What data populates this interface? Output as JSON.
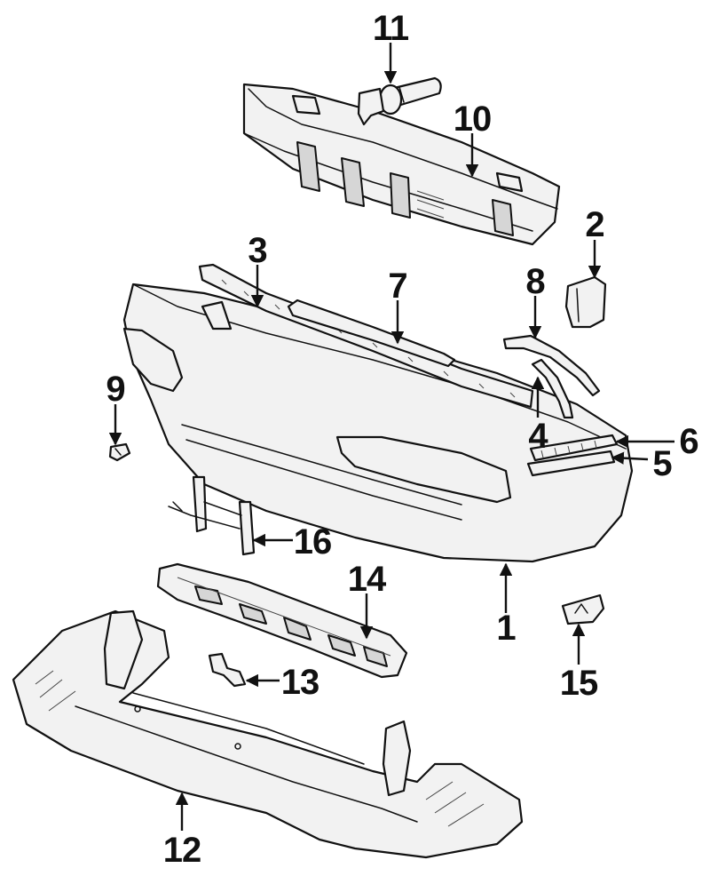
{
  "callouts": [
    {
      "id": "1",
      "label": "1"
    },
    {
      "id": "2",
      "label": "2"
    },
    {
      "id": "3",
      "label": "3"
    },
    {
      "id": "4",
      "label": "4"
    },
    {
      "id": "5",
      "label": "5"
    },
    {
      "id": "6",
      "label": "6"
    },
    {
      "id": "7",
      "label": "7"
    },
    {
      "id": "8",
      "label": "8"
    },
    {
      "id": "9",
      "label": "9"
    },
    {
      "id": "10",
      "label": "10"
    },
    {
      "id": "11",
      "label": "11"
    },
    {
      "id": "12",
      "label": "12"
    },
    {
      "id": "13",
      "label": "13"
    },
    {
      "id": "14",
      "label": "14"
    },
    {
      "id": "15",
      "label": "15"
    },
    {
      "id": "16",
      "label": "16"
    }
  ],
  "colors": {
    "line": "#111111",
    "fill": "#f2f2f2",
    "background": "#ffffff"
  }
}
